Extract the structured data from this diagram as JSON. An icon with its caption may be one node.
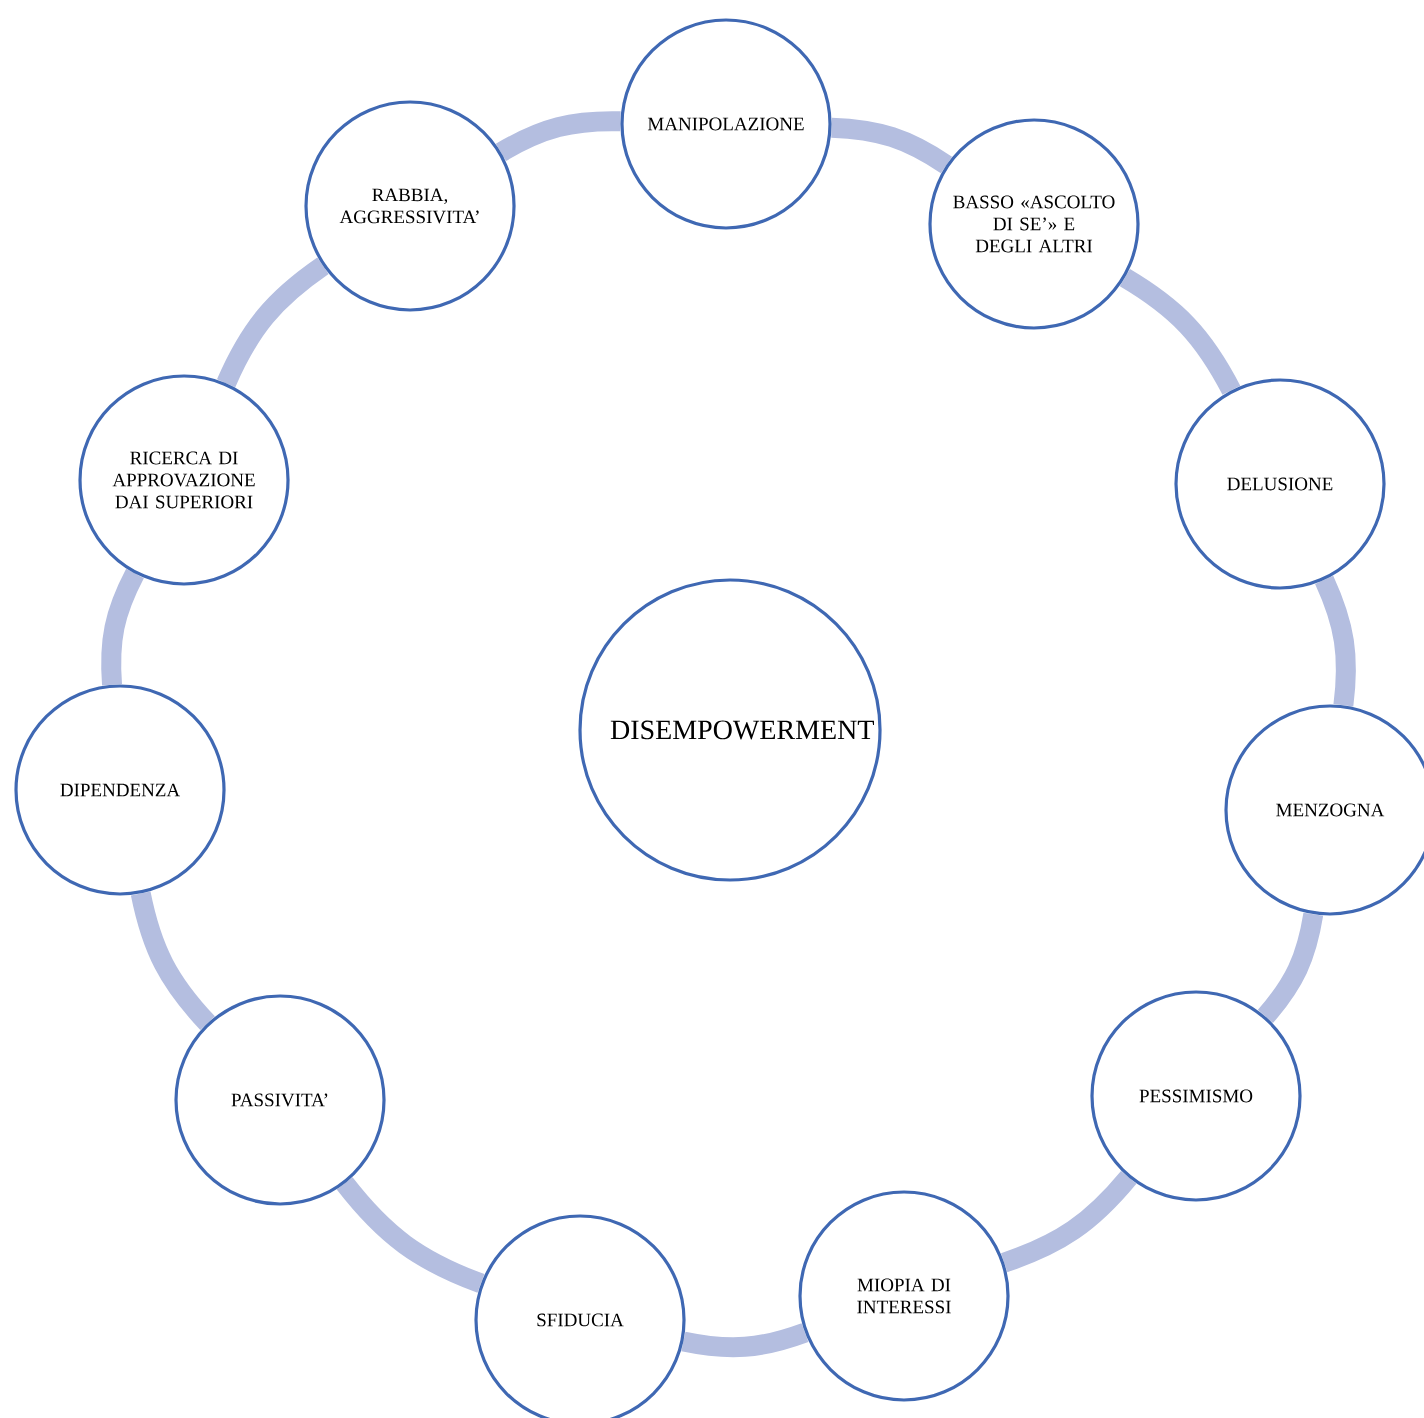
{
  "diagram": {
    "nodes": [
      {
        "text": [
          "DISEMPOWERMENT"
        ]
      },
      {
        "text": [
          "MANIPOLAZIONE"
        ]
      },
      {
        "text": [
          "BASSO «ASCOLTO DI SE’» E DEGLI ALTRI"
        ]
      },
      {
        "text": [
          "DELUSIONE"
        ]
      },
      {
        "text": [
          "MENZOGNA"
        ]
      },
      {
        "text": [
          "PESSIMISMO"
        ]
      },
      {
        "text": [
          "MIOPIA DI INTERESSI"
        ]
      },
      {
        "text": [
          "SFIDUCIA"
        ]
      },
      {
        "text": [
          "PASSIVITA’"
        ]
      },
      {
        "text": [
          "DIPENDENZA"
        ]
      },
      {
        "text": [
          "RICERCA DI APPROVAZIONE DAI SUPERIORI"
        ]
      },
      {
        "text": [
          "RABBIA, AGGRESSIVITA’"
        ]
      }
    ],
    "edges": [
      {
        "from": 1,
        "to": 2,
        "arrow": "none"
      },
      {
        "from": 2,
        "to": 3,
        "arrow": "none"
      },
      {
        "from": 3,
        "to": 4,
        "arrow": "none"
      },
      {
        "from": 4,
        "to": 5,
        "arrow": "none"
      },
      {
        "from": 5,
        "to": 6,
        "arrow": "none"
      },
      {
        "from": 6,
        "to": 7,
        "arrow": "none"
      },
      {
        "from": 7,
        "to": 8,
        "arrow": "none"
      },
      {
        "from": 8,
        "to": 9,
        "arrow": "none"
      },
      {
        "from": 9,
        "to": 10,
        "arrow": "none"
      },
      {
        "from": 10,
        "to": 11,
        "arrow": "none"
      },
      {
        "from": 11,
        "to": 1,
        "arrow": "none"
      }
    ]
  }
}
